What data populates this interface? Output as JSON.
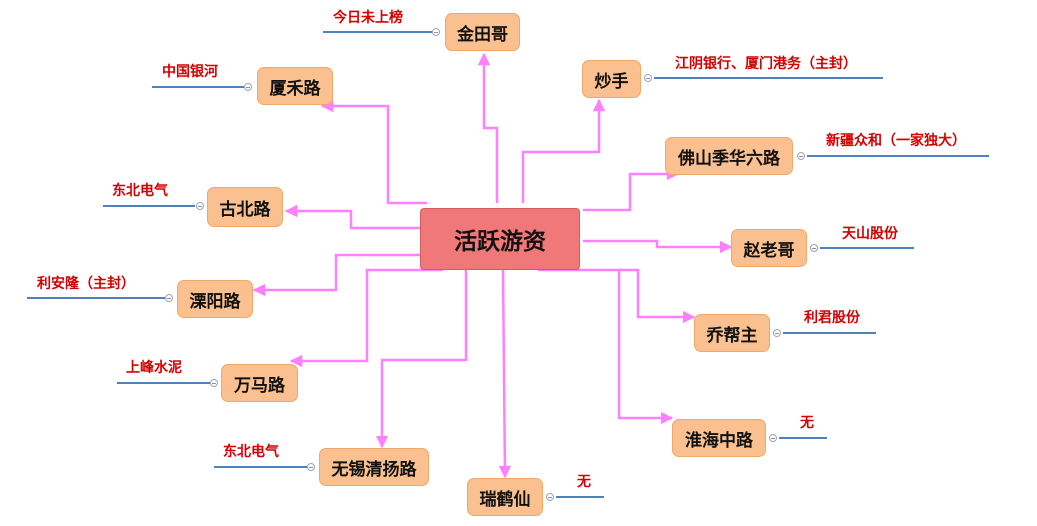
{
  "center": {
    "label": "活跃游资"
  },
  "nodes": [
    {
      "id": "jintiange",
      "label": "金田哥",
      "note": "今日未上榜"
    },
    {
      "id": "xiahelu",
      "label": "厦禾路",
      "note": "中国银河"
    },
    {
      "id": "chaoshou",
      "label": "炒手",
      "note": "江阴银行、厦门港务（主封）"
    },
    {
      "id": "foshan",
      "label": "佛山季华六路",
      "note": "新疆众和（一家独大）"
    },
    {
      "id": "gubeilu",
      "label": "古北路",
      "note": "东北电气"
    },
    {
      "id": "zhaolaoge",
      "label": "赵老哥",
      "note": "天山股份"
    },
    {
      "id": "liyanglu",
      "label": "溧阳路",
      "note": "利安隆（主封）"
    },
    {
      "id": "qiaobangzhu",
      "label": "乔帮主",
      "note": "利君股份"
    },
    {
      "id": "wanmalu",
      "label": "万马路",
      "note": "上峰水泥"
    },
    {
      "id": "huaihaizhonglu",
      "label": "淮海中路",
      "note": "无"
    },
    {
      "id": "wuxi",
      "label": "无锡清扬路",
      "note": "东北电气"
    },
    {
      "id": "ruihexian",
      "label": "瑞鹤仙",
      "note": "无"
    }
  ],
  "colors": {
    "connector": "#ff80ff",
    "node_fill": "#fac090",
    "center_fill": "#f07878",
    "note_text": "#d40000",
    "underline": "#4f81bd"
  }
}
